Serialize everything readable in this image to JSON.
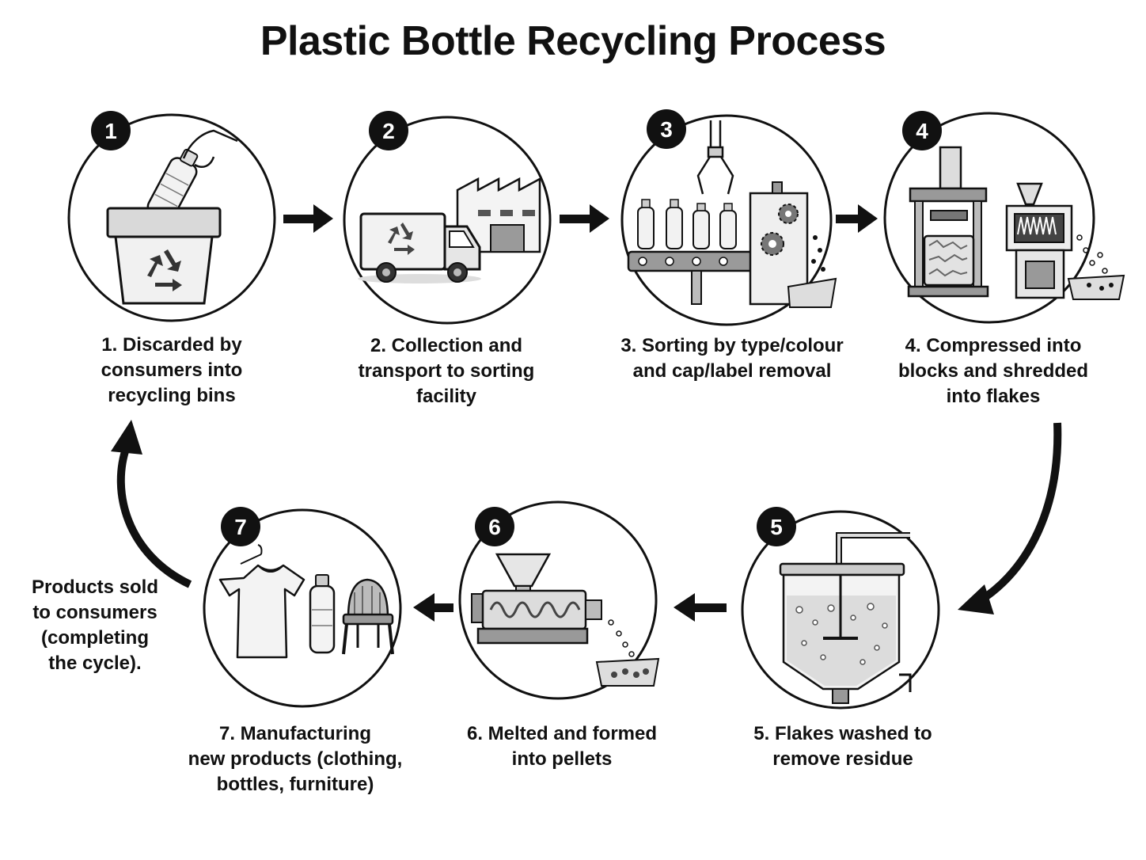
{
  "title": "Plastic Bottle Recycling Process",
  "steps": [
    {
      "number": "1",
      "icon": "recycling-bin-icon",
      "lines": [
        "1. Discarded by",
        "consumers into",
        "recycling bins"
      ]
    },
    {
      "number": "2",
      "icon": "recycling-truck-icon",
      "lines": [
        "2. Collection and",
        "transport to sorting",
        "facility"
      ]
    },
    {
      "number": "3",
      "icon": "sorting-conveyor-icon",
      "lines": [
        "3. Sorting by type/colour",
        "and cap/label removal"
      ]
    },
    {
      "number": "4",
      "icon": "compressor-shredder-icon",
      "lines": [
        "4. Compressed into",
        "blocks and shredded",
        "into flakes"
      ]
    },
    {
      "number": "5",
      "icon": "washing-tank-icon",
      "lines": [
        "5. Flakes washed to",
        "remove residue"
      ]
    },
    {
      "number": "6",
      "icon": "extruder-pellets-icon",
      "lines": [
        "6. Melted and formed",
        "into pellets"
      ]
    },
    {
      "number": "7",
      "icon": "new-products-icon",
      "lines": [
        "7. Manufacturing",
        "new products (clothing,",
        "bottles, furniture)"
      ]
    }
  ],
  "cycle_note": {
    "lines": [
      "Products sold",
      "to consumers",
      "(completing",
      "the cycle)."
    ]
  },
  "colors": {
    "ink": "#111111",
    "fill_light": "#e8e8e8",
    "fill_mid": "#bdbdbd",
    "background": "#ffffff"
  }
}
